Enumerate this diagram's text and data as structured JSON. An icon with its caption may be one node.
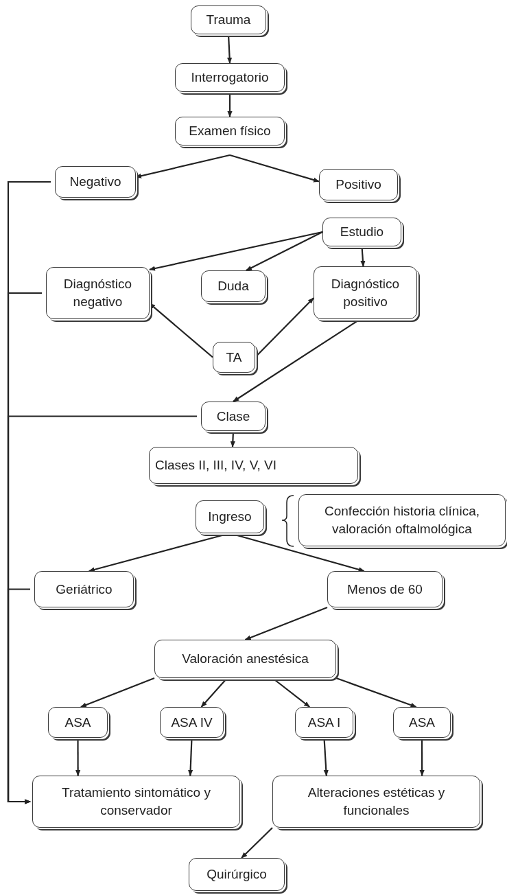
{
  "diagram": {
    "nodes": [
      {
        "text": [
          "Trauma"
        ]
      },
      {
        "text": [
          "Interrogatorio"
        ]
      },
      {
        "text": [
          "Examen físico"
        ]
      },
      {
        "text": [
          "Negativo"
        ]
      },
      {
        "text": [
          "Positivo"
        ]
      },
      {
        "text": [
          "Estudio"
        ]
      },
      {
        "text": [
          "Diagnóstico negativo"
        ]
      },
      {
        "text": [
          "Duda"
        ]
      },
      {
        "text": [
          "Diagnóstico positivo"
        ]
      },
      {
        "text": [
          "TA"
        ]
      },
      {
        "text": [
          "Clase"
        ]
      },
      {
        "text": [
          "Clases II, III, IV, V, VI"
        ]
      },
      {
        "text": [
          "Ingreso"
        ]
      },
      {
        "text": [
          "Confección historia clínica, valoración oftalmológica"
        ]
      },
      {
        "text": [
          "Geriátrico"
        ]
      },
      {
        "text": [
          "Menos de 60"
        ]
      },
      {
        "text": [
          "Valoración anestésica"
        ]
      },
      {
        "text": [
          "ASA"
        ]
      },
      {
        "text": [
          "ASA IV"
        ]
      },
      {
        "text": [
          "ASA I"
        ]
      },
      {
        "text": [
          "ASA"
        ]
      },
      {
        "text": [
          "Tratamiento sintomático y conservador"
        ]
      },
      {
        "text": [
          "Alteraciones estéticas y funcionales"
        ]
      },
      {
        "text": [
          "Quirúrgico"
        ]
      }
    ],
    "edges": [
      {
        "from": 0,
        "to": 1,
        "arrow": "to"
      },
      {
        "from": 1,
        "to": 2,
        "arrow": "to"
      },
      {
        "from": 2,
        "to": 3,
        "arrow": "to"
      },
      {
        "from": 2,
        "to": 4,
        "arrow": "to"
      },
      {
        "from": 5,
        "to": 6,
        "arrow": "to"
      },
      {
        "from": 5,
        "to": 7,
        "arrow": "to"
      },
      {
        "from": 5,
        "to": 8,
        "arrow": "to"
      },
      {
        "from": 9,
        "to": 6,
        "arrow": "to"
      },
      {
        "from": 9,
        "to": 8,
        "arrow": "to"
      },
      {
        "from": 8,
        "to": 10,
        "arrow": "to"
      },
      {
        "from": 10,
        "to": 11,
        "arrow": "to"
      },
      {
        "from": 12,
        "to": 14,
        "arrow": "to"
      },
      {
        "from": 12,
        "to": 15,
        "arrow": "to"
      },
      {
        "from": 15,
        "to": 16,
        "arrow": "to"
      },
      {
        "from": 16,
        "to": 17,
        "arrow": "to"
      },
      {
        "from": 16,
        "to": 18,
        "arrow": "to"
      },
      {
        "from": 16,
        "to": 19,
        "arrow": "to"
      },
      {
        "from": 16,
        "to": 20,
        "arrow": "to"
      },
      {
        "from": 17,
        "to": 21,
        "arrow": "to"
      },
      {
        "from": 18,
        "to": 21,
        "arrow": "to"
      },
      {
        "from": 19,
        "to": 22,
        "arrow": "to"
      },
      {
        "from": 20,
        "to": 22,
        "arrow": "to"
      },
      {
        "from": 22,
        "to": 23,
        "arrow": "to"
      },
      {
        "from": 3,
        "to": 21,
        "arrow": "to"
      },
      {
        "from": 6,
        "to": 21,
        "arrow": "to"
      },
      {
        "from": 10,
        "to": 21,
        "arrow": "to"
      },
      {
        "from": 14,
        "to": 21,
        "arrow": "to"
      }
    ]
  }
}
